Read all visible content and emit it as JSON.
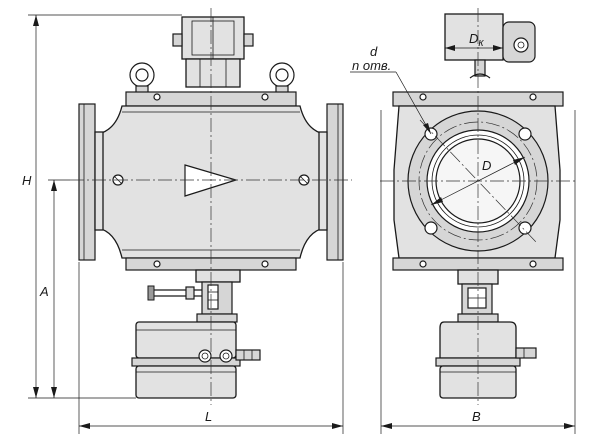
{
  "labels": {
    "H": "H",
    "A": "A",
    "L": "L",
    "B": "B",
    "D": "D",
    "d": "d",
    "n_holes": "n отв.",
    "Dk_main": "D",
    "Dk_sub": "к"
  }
}
